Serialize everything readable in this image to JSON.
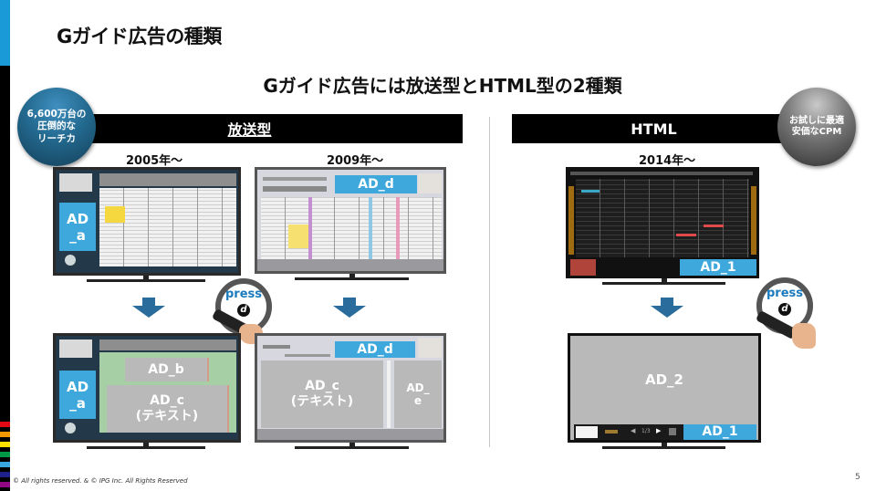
{
  "page": {
    "title": "Gガイド広告の種類",
    "subtitle": "Gガイド広告には放送型とHTML型の2種類",
    "page_number": "5",
    "footer": "© All rights reserved. & © IPG Inc. All Rights Reserved"
  },
  "badges": {
    "reach": [
      "6,600万台の",
      "圧倒的な",
      "リーチカ"
    ],
    "cpm": [
      "お試しに最適",
      "安価なCPM"
    ]
  },
  "sections": {
    "broadcast": {
      "label": "放送型",
      "columns": [
        {
          "year": "2005年～",
          "before_ads": [
            "AD\n_a"
          ],
          "after_ads": [
            "AD\n_a",
            "AD_b",
            "AD_c\n(テキスト)"
          ]
        },
        {
          "year": "2009年～",
          "before_ads": [
            "AD_d"
          ],
          "after_ads": [
            "AD_d",
            "AD_c\n(テキスト)",
            "AD_\ne"
          ]
        }
      ]
    },
    "html": {
      "label": "HTML",
      "year": "2014年～",
      "before_ads": [
        "AD_1"
      ],
      "after_ads": [
        "AD_2",
        "AD_1"
      ]
    }
  },
  "press_button": {
    "label": "press",
    "key": "d"
  },
  "colors": {
    "accent_blue": "#3ea7dc",
    "arrow_blue": "#2a6c9c",
    "left_bar_blue": "#1a9ad6",
    "stripe_colors": [
      "#e30613",
      "#f39800",
      "#ffe100",
      "#009944",
      "#39a8e0",
      "#1d2088",
      "#920783"
    ]
  }
}
